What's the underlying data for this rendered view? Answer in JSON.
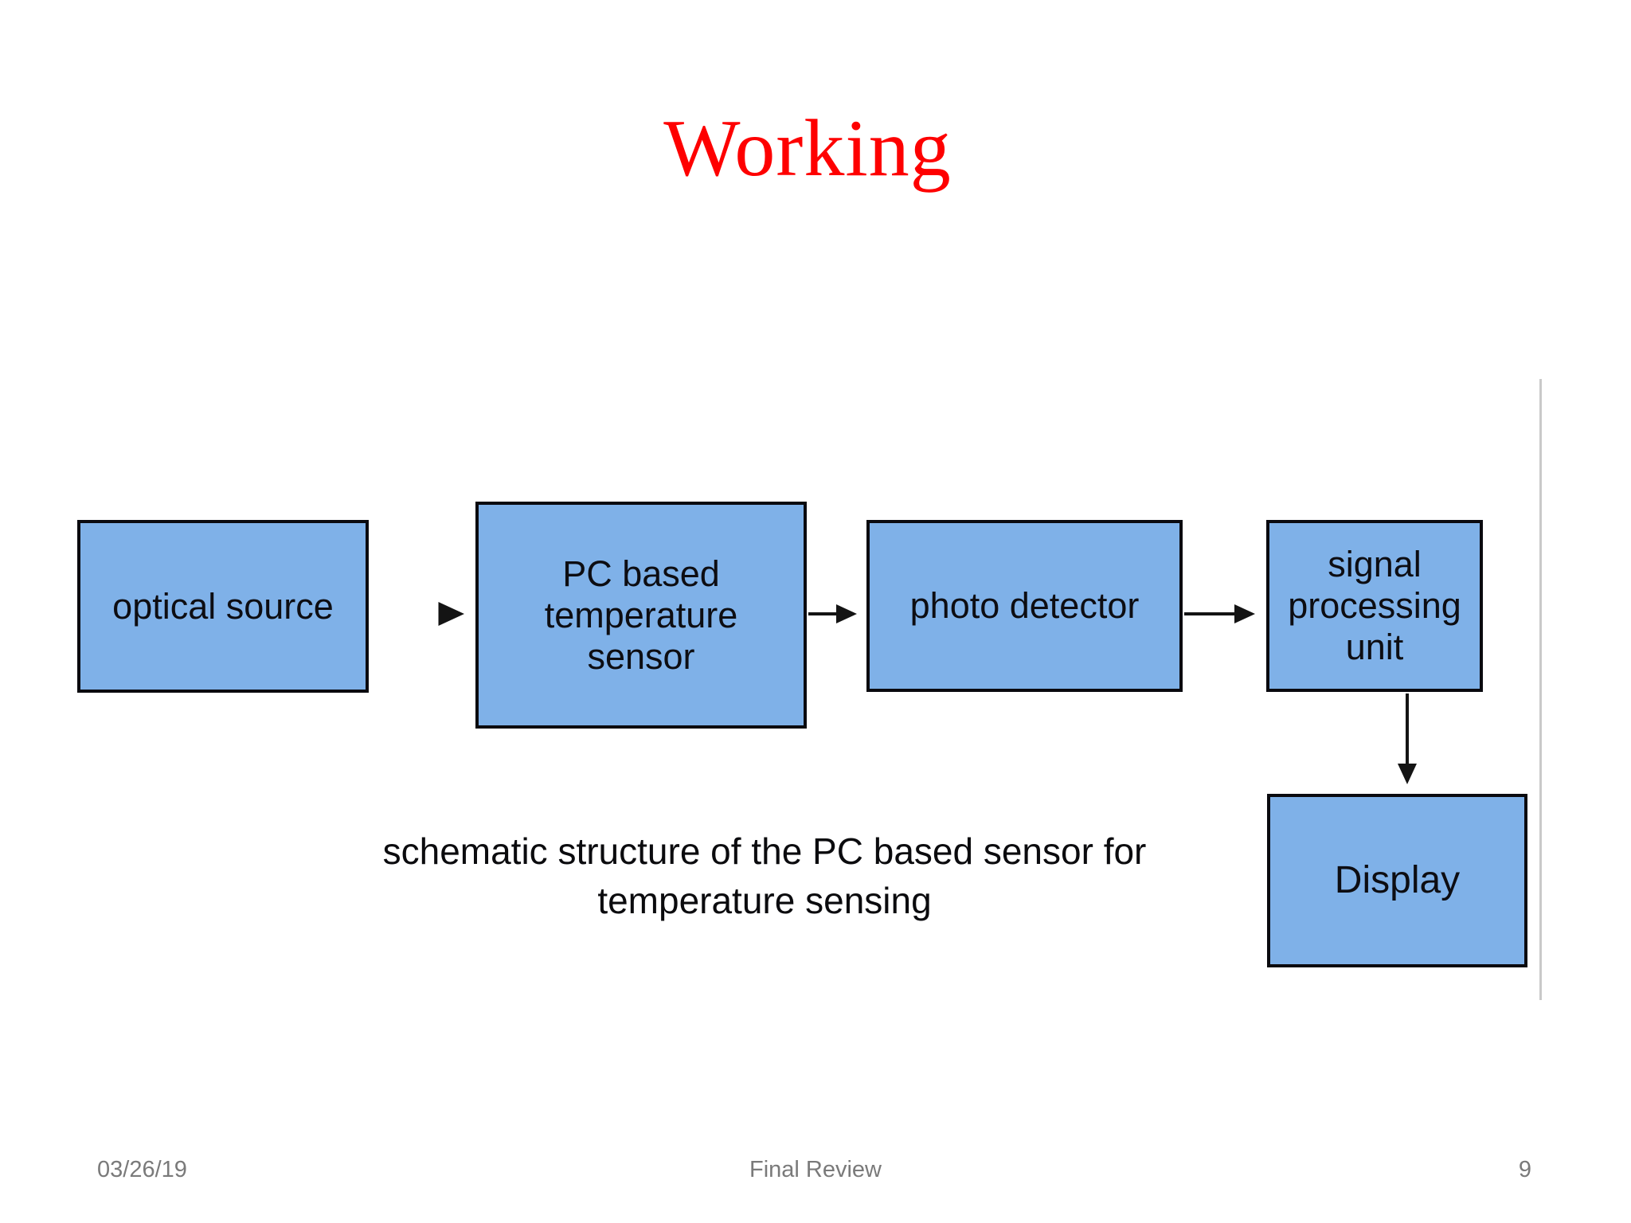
{
  "slide": {
    "title": "Working",
    "title_color": "#fe0000",
    "date": "03/26/19",
    "footer": "Final Review",
    "page_number": "9"
  },
  "diagram": {
    "box_fill_color": "#7fb1e8",
    "box_border_color": "#0a0a0f",
    "arrow_color": "#141414",
    "boxes": [
      {
        "id": "optical-source",
        "label": "optical source"
      },
      {
        "id": "pc-temperature-sensor",
        "label": "PC based\ntemperature\nsensor"
      },
      {
        "id": "photo-detector",
        "label": "photo detector"
      },
      {
        "id": "signal-processing-unit",
        "label": "signal\nprocessing\nunit"
      },
      {
        "id": "display",
        "label": "Display"
      }
    ],
    "flow": [
      "optical source -> PC based temperature sensor",
      "PC based temperature sensor -> photo detector",
      "photo detector -> signal processing unit",
      "signal processing unit -> Display"
    ],
    "caption": "schematic structure of the PC based sensor for\ntemperature sensing"
  }
}
